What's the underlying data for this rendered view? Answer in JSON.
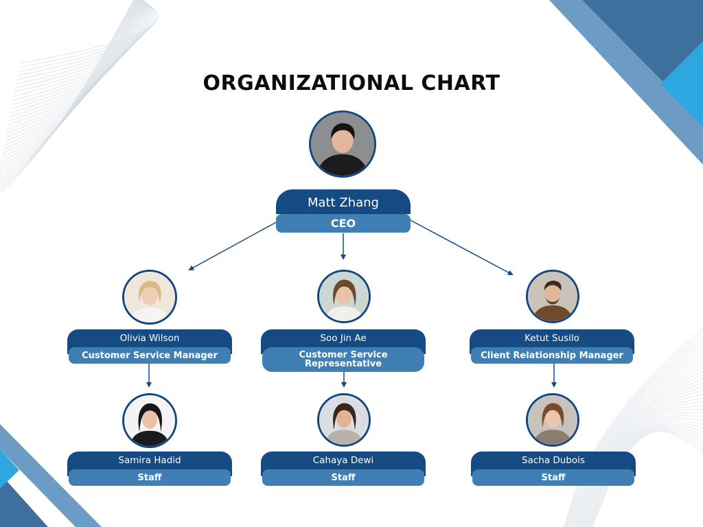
{
  "title": "ORGANIZATIONAL CHART",
  "colors": {
    "navy": "#164a82",
    "role_blue": "#3f7fb4",
    "accent_cyan": "#2ea6e0",
    "accent_slate": "#5d90bd"
  },
  "ceo": {
    "name": "Matt Zhang",
    "role": "CEO",
    "photo": "man-portrait"
  },
  "managers": [
    {
      "name": "Olivia Wilson",
      "role": "Customer Service Manager",
      "photo": "woman-portrait"
    },
    {
      "name": "Soo Jin Ae",
      "role": "Customer Service Representative",
      "photo": "woman-portrait"
    },
    {
      "name": "Ketut Susilo",
      "role": "Client Relationship Manager",
      "photo": "man-portrait"
    }
  ],
  "staff": [
    {
      "name": "Samira Hadid",
      "role": "Staff",
      "photo": "woman-portrait"
    },
    {
      "name": "Cahaya Dewi",
      "role": "Staff",
      "photo": "woman-portrait"
    },
    {
      "name": "Sacha Dubois",
      "role": "Staff",
      "photo": "woman-portrait"
    }
  ]
}
